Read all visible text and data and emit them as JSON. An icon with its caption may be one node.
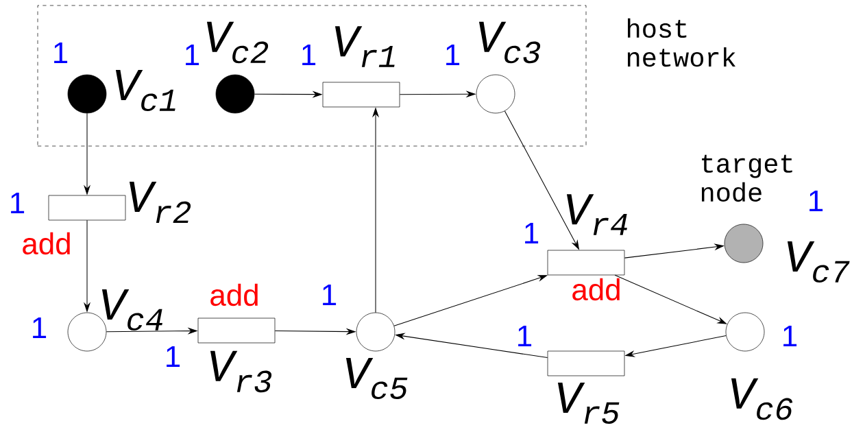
{
  "diagram": {
    "nodes": [
      {
        "text": [
          "host network"
        ]
      },
      {
        "text": [],
        "shape": "circle",
        "in": 0,
        "beside": [
          "1",
          "V$_{c1}$"
        ]
      },
      {
        "text": [],
        "shape": "circle",
        "in": 0,
        "beside": [
          "1",
          "V$_{c2}$"
        ]
      },
      {
        "text": [],
        "shape": "box",
        "in": 0,
        "beside": [
          "1",
          "V$_{r1}$"
        ]
      },
      {
        "text": [],
        "shape": "circle",
        "in": 0,
        "beside": [
          "1",
          "V$_{c3}$"
        ]
      },
      {
        "text": [],
        "shape": "box",
        "beside": [
          "1",
          "V$_{r2}$",
          "add"
        ]
      },
      {
        "text": [],
        "shape": "circle",
        "beside": [
          "1",
          "V$_{c4}$"
        ]
      },
      {
        "text": [],
        "shape": "box",
        "beside": [
          "add",
          "1",
          "V$_{r3}$"
        ]
      },
      {
        "text": [],
        "shape": "circle",
        "beside": [
          "1",
          "V$_{c5}$"
        ]
      },
      {
        "text": [],
        "shape": "box",
        "beside": [
          "1",
          "V$_{r4}$",
          "add"
        ]
      },
      {
        "text": [],
        "shape": "circle",
        "beside": [
          "target node",
          "1",
          "V$_{c7}$"
        ]
      },
      {
        "text": [],
        "shape": "box",
        "beside": [
          "1",
          "V$_{r5}$"
        ]
      },
      {
        "text": [],
        "shape": "circle",
        "beside": [
          "1",
          "V$_{c6}$"
        ]
      }
    ],
    "edges": [
      {
        "from": 1,
        "to": 5,
        "arrow": "to"
      },
      {
        "from": 2,
        "to": 3,
        "arrow": "to"
      },
      {
        "from": 3,
        "to": 4,
        "arrow": "to"
      },
      {
        "from": 4,
        "to": 9,
        "arrow": "to"
      },
      {
        "from": 5,
        "to": 6,
        "arrow": "to"
      },
      {
        "from": 6,
        "to": 7,
        "arrow": "to"
      },
      {
        "from": 7,
        "to": 8,
        "arrow": "to"
      },
      {
        "from": 8,
        "to": 3,
        "arrow": "to"
      },
      {
        "from": 8,
        "to": 9,
        "arrow": "to"
      },
      {
        "from": 9,
        "to": 10,
        "arrow": "to"
      },
      {
        "from": 9,
        "to": 12,
        "arrow": "to"
      },
      {
        "from": 12,
        "to": 11,
        "arrow": "to"
      },
      {
        "from": 11,
        "to": 8,
        "arrow": "to"
      }
    ]
  }
}
